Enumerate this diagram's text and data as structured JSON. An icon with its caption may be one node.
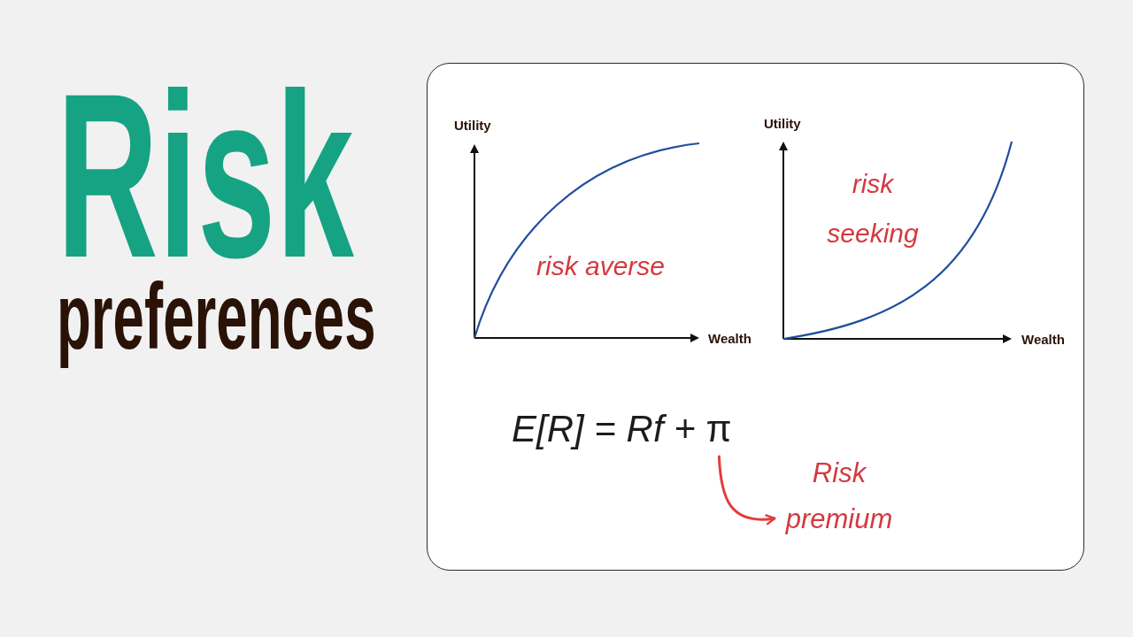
{
  "diagram": {
    "title": "Risk preferences",
    "nodes": [
      {
        "text": [
          "*E[R] = Rf +* π"
        ]
      },
      {
        "text": [
          "Risk premium"
        ]
      }
    ],
    "edges": [
      {
        "from": 0,
        "to": 1,
        "arrow": "to"
      }
    ],
    "labels": [
      "Utility",
      "risk averse",
      "Wealth",
      "Utility",
      "risk seeking",
      "Wealth"
    ]
  }
}
